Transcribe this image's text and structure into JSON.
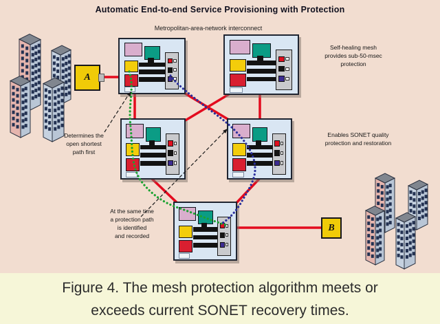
{
  "figure": {
    "title": "Automatic End-to-end Service Provisioning with Protection",
    "subtitle": "Metropolitan-area-network interconnect",
    "caption": "Figure 4. The mesh protection algorithm meets or\nexceeds current SONET recovery times."
  },
  "endpoints": {
    "a": "A",
    "b": "B"
  },
  "annotations": {
    "self_healing": "Self-healing mesh\nprovides sub-50-msec\nprotection",
    "ospf": "Determines the\nopen shortest\npath first",
    "sonet_quality": "Enables SONET quality\nprotection and restoration",
    "protection_path": "At the same time\na protection path\nis identified\nand recorded"
  },
  "colors": {
    "background": "#f2ddd0",
    "caption_background": "#f6f6d8",
    "node_fill": "#d9e6f3",
    "endpoint_fill": "#f0cb08",
    "fiber_link_red": "#e30b1e",
    "working_path_green": "#1ca331",
    "protection_path_blue": "#2b2f9c"
  },
  "icons": {
    "left_city": "city-buildings-icon",
    "right_city": "city-buildings-icon",
    "node": "optical-switch-node-icon"
  }
}
